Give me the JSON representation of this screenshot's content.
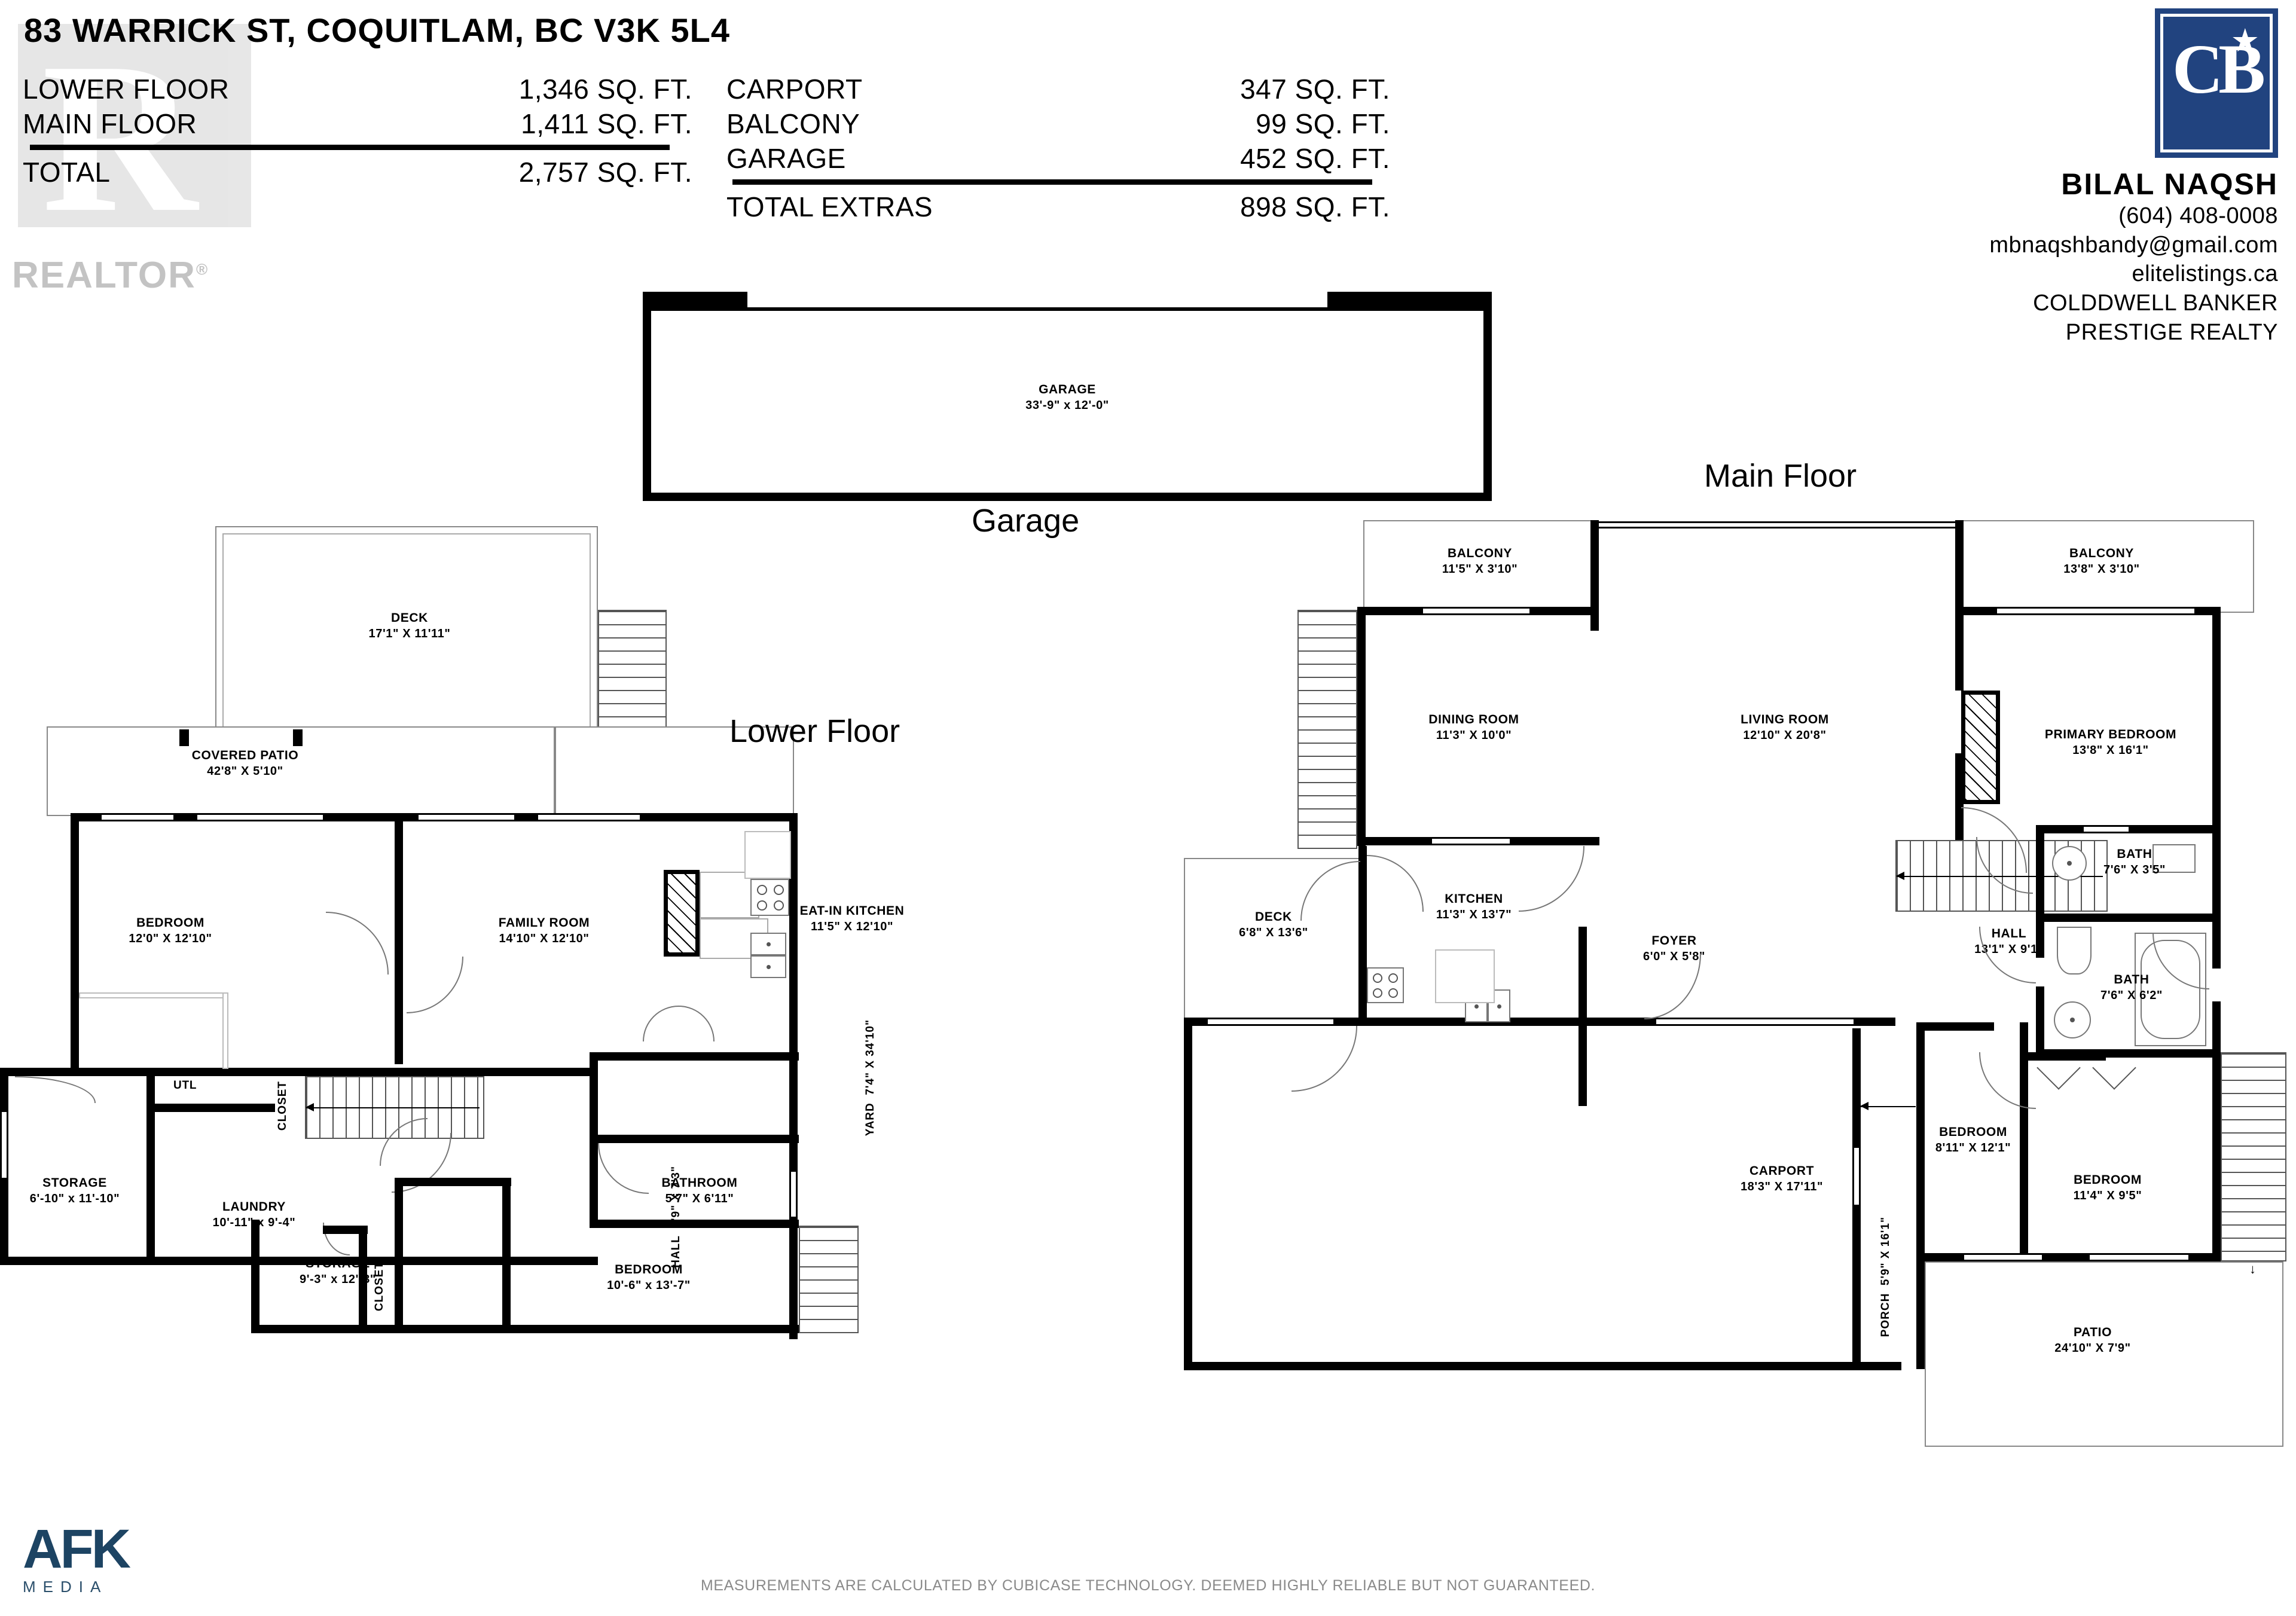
{
  "header": {
    "address": "83 WARRICK ST, COQUITLAM, BC V3K 5L4",
    "areas_main": [
      {
        "label": "LOWER FLOOR",
        "value": "1,346 SQ. FT."
      },
      {
        "label": "MAIN FLOOR",
        "value": "1,411 SQ. FT."
      },
      {
        "label": "TOTAL",
        "value": "2,757 SQ. FT."
      }
    ],
    "areas_extras": [
      {
        "label": "CARPORT",
        "value": "347 SQ. FT."
      },
      {
        "label": "BALCONY",
        "value": "99 SQ. FT."
      },
      {
        "label": "GARAGE",
        "value": "452 SQ. FT."
      },
      {
        "label": "TOTAL EXTRAS",
        "value": "898 SQ. FT."
      }
    ],
    "realtor_watermark": "R",
    "realtor_word": "REALTOR"
  },
  "agent": {
    "logo_text": "CB",
    "name": "BILAL NAQSH",
    "phone": "(604) 408-0008",
    "email": "mbnaqshbandy@gmail.com",
    "website": "elitelistings.ca",
    "brokerage_line1": "COLDDWELL BANKER",
    "brokerage_line2": "PRESTIGE REALTY",
    "brand_color": "#21437f"
  },
  "floor_titles": {
    "garage": "Garage",
    "lower": "Lower Floor",
    "main": "Main Floor"
  },
  "garage_plan": {
    "room": {
      "name": "GARAGE",
      "dim": "33'-9\" x 12'-0\""
    }
  },
  "lower_floor": {
    "rooms": [
      {
        "name": "DECK",
        "dim": "17'1\" X 11'11\""
      },
      {
        "name": "COVERED PATIO",
        "dim": "42'8\" X 5'10\""
      },
      {
        "name": "BEDROOM",
        "dim": "12'0\" X 12'10\""
      },
      {
        "name": "FAMILY ROOM",
        "dim": "14'10\" X 12'10\""
      },
      {
        "name": "EAT-IN KITCHEN",
        "dim": "11'5\" X 12'10\""
      },
      {
        "name": "STORAGE",
        "dim": "6'-10\" x 11'-10\""
      },
      {
        "name": "LAUNDRY",
        "dim": "10'-11\" x 9'-4\""
      },
      {
        "name": "BATHROOM",
        "dim": "5'7\" X 6'11\""
      },
      {
        "name": "STORAGE",
        "dim": "9'-3\" x 12'-3\""
      },
      {
        "name": "BEDROOM",
        "dim": "10'-6\" x 13'-7\""
      },
      {
        "name": "YARD",
        "dim": "7'4\" X 34'10\""
      },
      {
        "name": "HALL",
        "dim": "2'9\" X 7'3\""
      }
    ],
    "labels": {
      "utl": "UTL",
      "closet_stairs": "CLOSET",
      "closet_bedroom": "CLOSET"
    }
  },
  "main_floor": {
    "rooms": [
      {
        "name": "BALCONY",
        "dim": "11'5\" X 3'10\""
      },
      {
        "name": "BALCONY",
        "dim": "13'8\" X 3'10\""
      },
      {
        "name": "DINING ROOM",
        "dim": "11'3\" X 10'0\""
      },
      {
        "name": "LIVING ROOM",
        "dim": "12'10\" X 20'8\""
      },
      {
        "name": "PRIMARY BEDROOM",
        "dim": "13'8\" X 16'1\""
      },
      {
        "name": "DECK",
        "dim": "6'8\" X 13'6\""
      },
      {
        "name": "KITCHEN",
        "dim": "11'3\" X 13'7\""
      },
      {
        "name": "FOYER",
        "dim": "6'0\" X 5'8\""
      },
      {
        "name": "HALL",
        "dim": "13'1\" X 9'1\""
      },
      {
        "name": "BATH",
        "dim": "7'6\" X 3'5\""
      },
      {
        "name": "BATH",
        "dim": "7'6\" X 6'2\""
      },
      {
        "name": "BEDROOM",
        "dim": "8'11\" X 12'1\""
      },
      {
        "name": "BEDROOM",
        "dim": "11'4\" X 9'5\""
      },
      {
        "name": "CARPORT",
        "dim": "18'3\" X 17'11\""
      },
      {
        "name": "PORCH",
        "dim": "5'9\" X 16'1\""
      },
      {
        "name": "PATIO",
        "dim": "24'10\" X 7'9\""
      }
    ]
  },
  "footer": {
    "disclaimer": "MEASUREMENTS ARE CALCULATED BY CUBICASE TECHNOLOGY. DEEMED HIGHLY RELIABLE BUT NOT GUARANTEED.",
    "media_logo": "AFK",
    "media_sub": "MEDIA"
  }
}
